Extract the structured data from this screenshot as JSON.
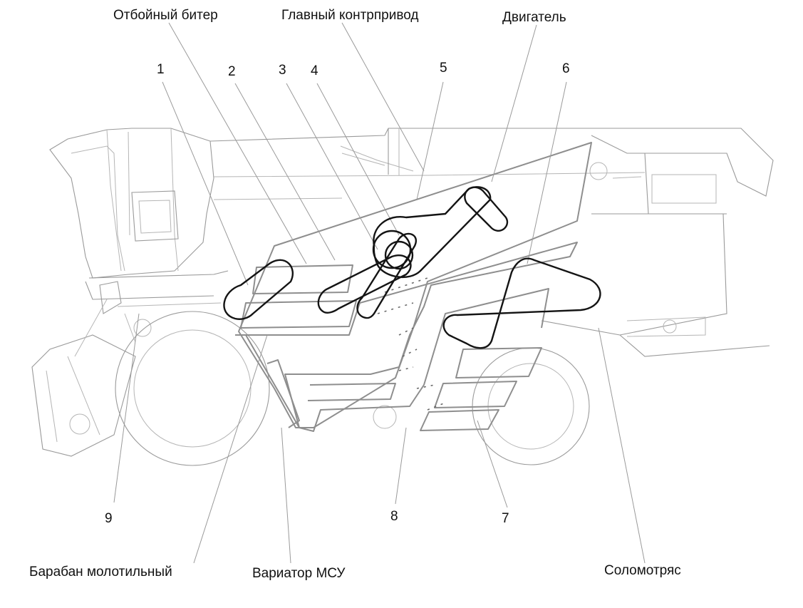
{
  "diagram": {
    "labels": {
      "beater": "Отбойный битер",
      "main_countershaft": "Главный контрпривод",
      "engine": "Двигатель",
      "drum": "Барабан молотильный",
      "variator": "Вариатор МСУ",
      "straw_walker": "Соломотряс"
    },
    "numbers": [
      "1",
      "2",
      "3",
      "4",
      "5",
      "6",
      "9",
      "8",
      "7"
    ]
  },
  "colors": {
    "belt": "#141414",
    "outline": "#9a9a9a",
    "text": "#111111"
  }
}
